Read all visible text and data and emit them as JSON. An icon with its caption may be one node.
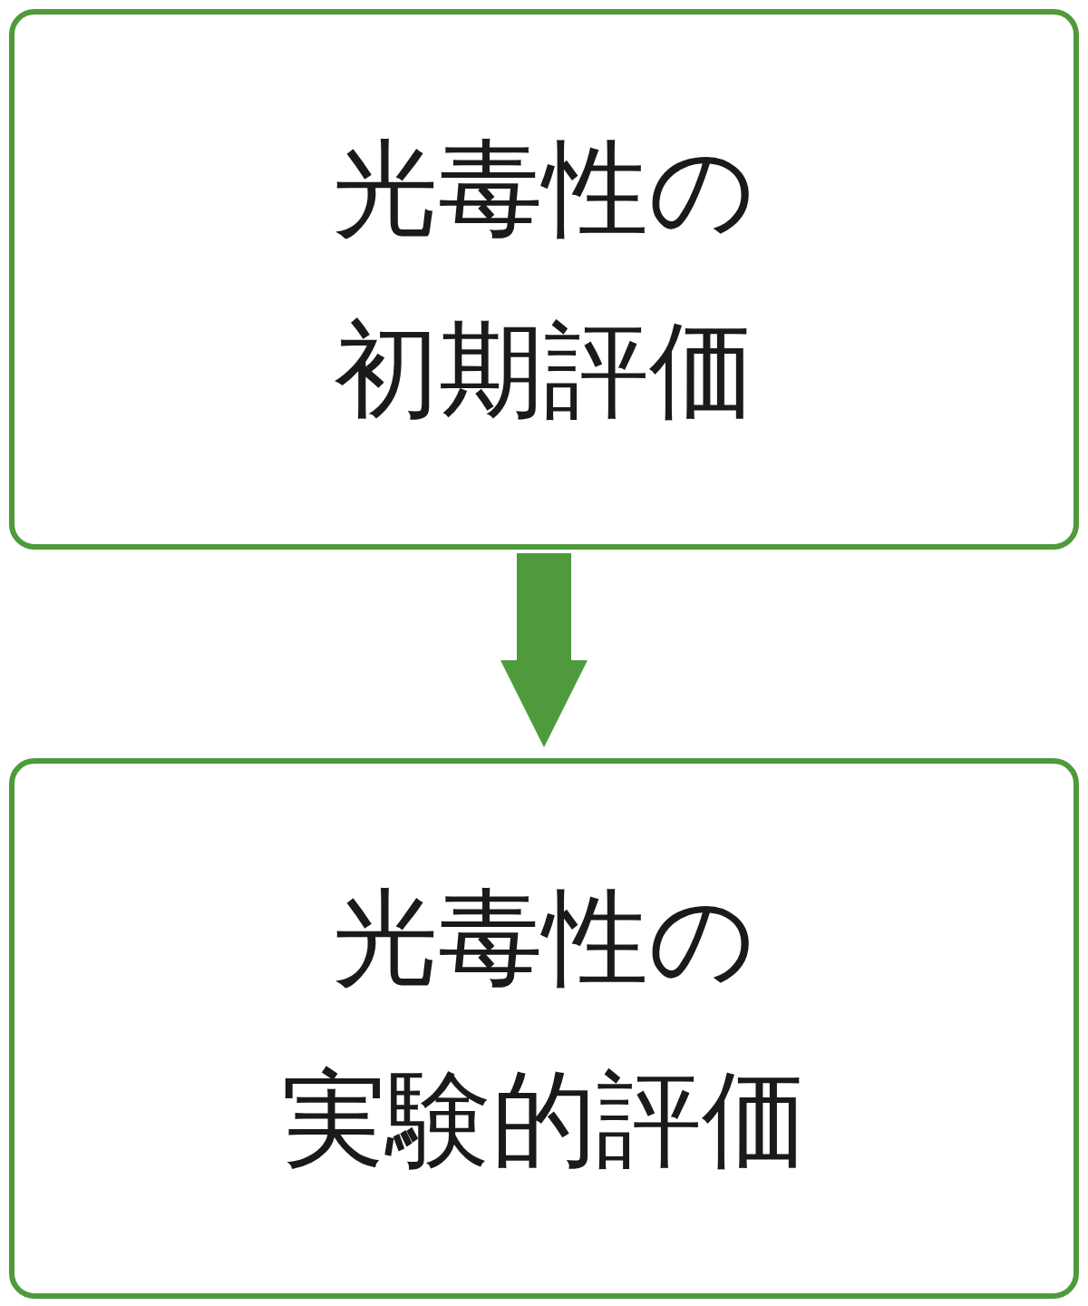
{
  "diagram": {
    "nodes": [
      {
        "text": [
          "光毒性の初期評価"
        ]
      },
      {
        "text": [
          "光毒性の実験的評価"
        ]
      }
    ],
    "edges": [
      {
        "from": 0,
        "to": 1,
        "arrow": "to"
      }
    ]
  }
}
